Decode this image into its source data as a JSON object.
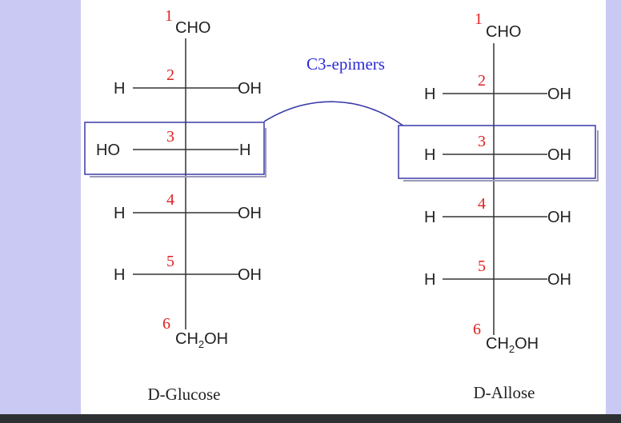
{
  "colors": {
    "background": "#ffffff",
    "side_panel": "#c9c9f3",
    "bottom_bar": "#2f3033",
    "carbon_number": "#e02020",
    "highlight": "#3a3aa8",
    "label_blue": "#2a2ad6",
    "text": "#222222",
    "bond": "#333333"
  },
  "connector_label": "C3-epimers",
  "glucose": {
    "name": "D-Glucose",
    "top_group": "CHO",
    "bottom_group": "CH",
    "bottom_sub": "2",
    "bottom_tail": "OH",
    "carbons": [
      {
        "num": "1"
      },
      {
        "num": "2",
        "left": "H",
        "right": "OH"
      },
      {
        "num": "3",
        "left": "HO",
        "right": "H"
      },
      {
        "num": "4",
        "left": "H",
        "right": "OH"
      },
      {
        "num": "5",
        "left": "H",
        "right": "OH"
      },
      {
        "num": "6"
      }
    ]
  },
  "allose": {
    "name": "D-Allose",
    "top_group": "CHO",
    "bottom_group": "CH",
    "bottom_sub": "2",
    "bottom_tail": "OH",
    "carbons": [
      {
        "num": "1"
      },
      {
        "num": "2",
        "left": "H",
        "right": "OH"
      },
      {
        "num": "3",
        "left": "H",
        "right": "OH"
      },
      {
        "num": "4",
        "left": "H",
        "right": "OH"
      },
      {
        "num": "5",
        "left": "H",
        "right": "OH"
      },
      {
        "num": "6"
      }
    ]
  }
}
